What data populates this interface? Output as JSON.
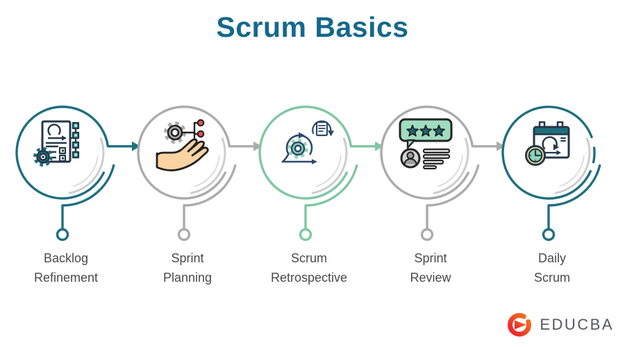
{
  "title": "Scrum Basics",
  "steps": [
    {
      "label_line1": "Backlog",
      "label_line2": "Refinement",
      "color": "#1e6f7e",
      "icon": "backlog-board-icon"
    },
    {
      "label_line1": "Sprint",
      "label_line2": "Planning",
      "color": "#ababab",
      "icon": "hand-gear-icon"
    },
    {
      "label_line1": "Scrum",
      "label_line2": "Retrospective",
      "color": "#7fc7a3",
      "icon": "sprint-loop-document-icon"
    },
    {
      "label_line1": "Sprint",
      "label_line2": "Review",
      "color": "#ababab",
      "icon": "rating-feedback-icon"
    },
    {
      "label_line1": "Daily",
      "label_line2": "Scrum",
      "color": "#1e6f7e",
      "icon": "calendar-clock-icon"
    }
  ],
  "colors": {
    "title": "#15688c",
    "label_text": "#4a4a4a",
    "teal_accent": "#1e6f7e",
    "gray_accent": "#ababab",
    "green_accent": "#7fc7a3",
    "mint_fill": "#9fdcc0",
    "yellow_fill": "#ffe9a2",
    "red_dot": "#f04d4d",
    "logo_text": "#56575b",
    "logo_red": "#ea1d2c",
    "logo_orange": "#f47a20"
  },
  "logo": {
    "text": "EDUCBA"
  }
}
